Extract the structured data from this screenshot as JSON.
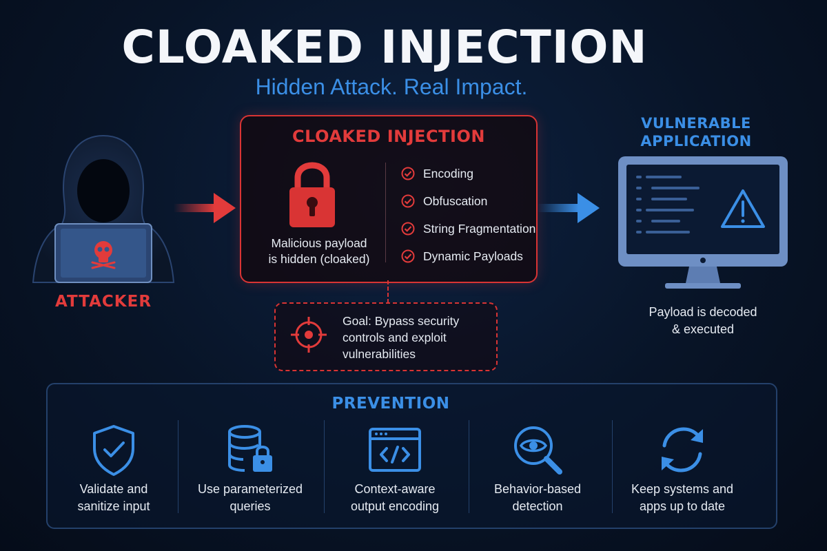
{
  "title": "CLOAKED INJECTION",
  "subtitle": "Hidden Attack. Real Impact.",
  "attacker": {
    "label": "ATTACKER"
  },
  "cloaked": {
    "title": "CLOAKED INJECTION",
    "caption_line1": "Malicious payload",
    "caption_line2": "is hidden (cloaked)",
    "techniques": [
      "Encoding",
      "Obfuscation",
      "String Fragmentation",
      "Dynamic Payloads"
    ]
  },
  "goal": {
    "line1": "Goal: Bypass security",
    "line2": "controls and exploit",
    "line3": "vulnerabilities"
  },
  "target": {
    "title_line1": "VULNERABLE",
    "title_line2": "APPLICATION",
    "caption_line1": "Payload is decoded",
    "caption_line2": "& executed"
  },
  "prevention": {
    "title": "PREVENTION",
    "items": [
      {
        "line1": "Validate and",
        "line2": "sanitize input",
        "icon": "shield-check-icon"
      },
      {
        "line1": "Use parameterized",
        "line2": "queries",
        "icon": "database-lock-icon"
      },
      {
        "line1": "Context-aware",
        "line2": "output encoding",
        "icon": "code-window-icon"
      },
      {
        "line1": "Behavior-based",
        "line2": "detection",
        "icon": "eye-magnifier-icon"
      },
      {
        "line1": "Keep systems and",
        "line2": "apps up to date",
        "icon": "refresh-icon"
      }
    ]
  },
  "colors": {
    "red": "#e23b3b",
    "blue": "#3b8fe6",
    "background": "#081427"
  }
}
